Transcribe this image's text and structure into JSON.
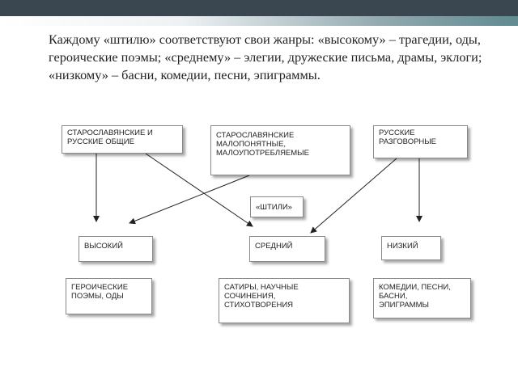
{
  "intro_text": "Каждому «штилю» соответствуют свои жанры: «высокому» – трагедии, оды, героические поэмы; «среднему» – элегии, дружеские письма, драмы, эклоги; «низкому» – басни, комедии, песни, эпиграммы.",
  "diagram": {
    "sources": {
      "old_slavonic_russian_common": "СТАРОСЛАВЯНСКИЕ И\nРУССКИЕ ОБЩИЕ",
      "old_slavonic_obscure": "СТАРОСЛАВЯНСКИЕ\nМАЛОПОНЯТНЫЕ,\nМАЛОУПОТРЕБЛЯЕМЫЕ",
      "russian_colloquial": "РУССКИЕ\nРАЗГОВОРНЫЕ"
    },
    "center_label": "«ШТИЛИ»",
    "styles": {
      "high": "ВЫСОКИЙ",
      "middle": "СРЕДНИЙ",
      "low": "НИЗКИЙ"
    },
    "genres": {
      "high": "ГЕРОИЧЕСКИЕ\nПОЭМЫ, ОДЫ",
      "middle": "САТИРЫ, НАУЧНЫЕ\nСОЧИНЕНИЯ,\nСТИХОТВОРЕНИЯ",
      "low": "КОМЕДИИ, ПЕСНИ,\nБАСНИ,\nЭПИГРАММЫ"
    }
  }
}
